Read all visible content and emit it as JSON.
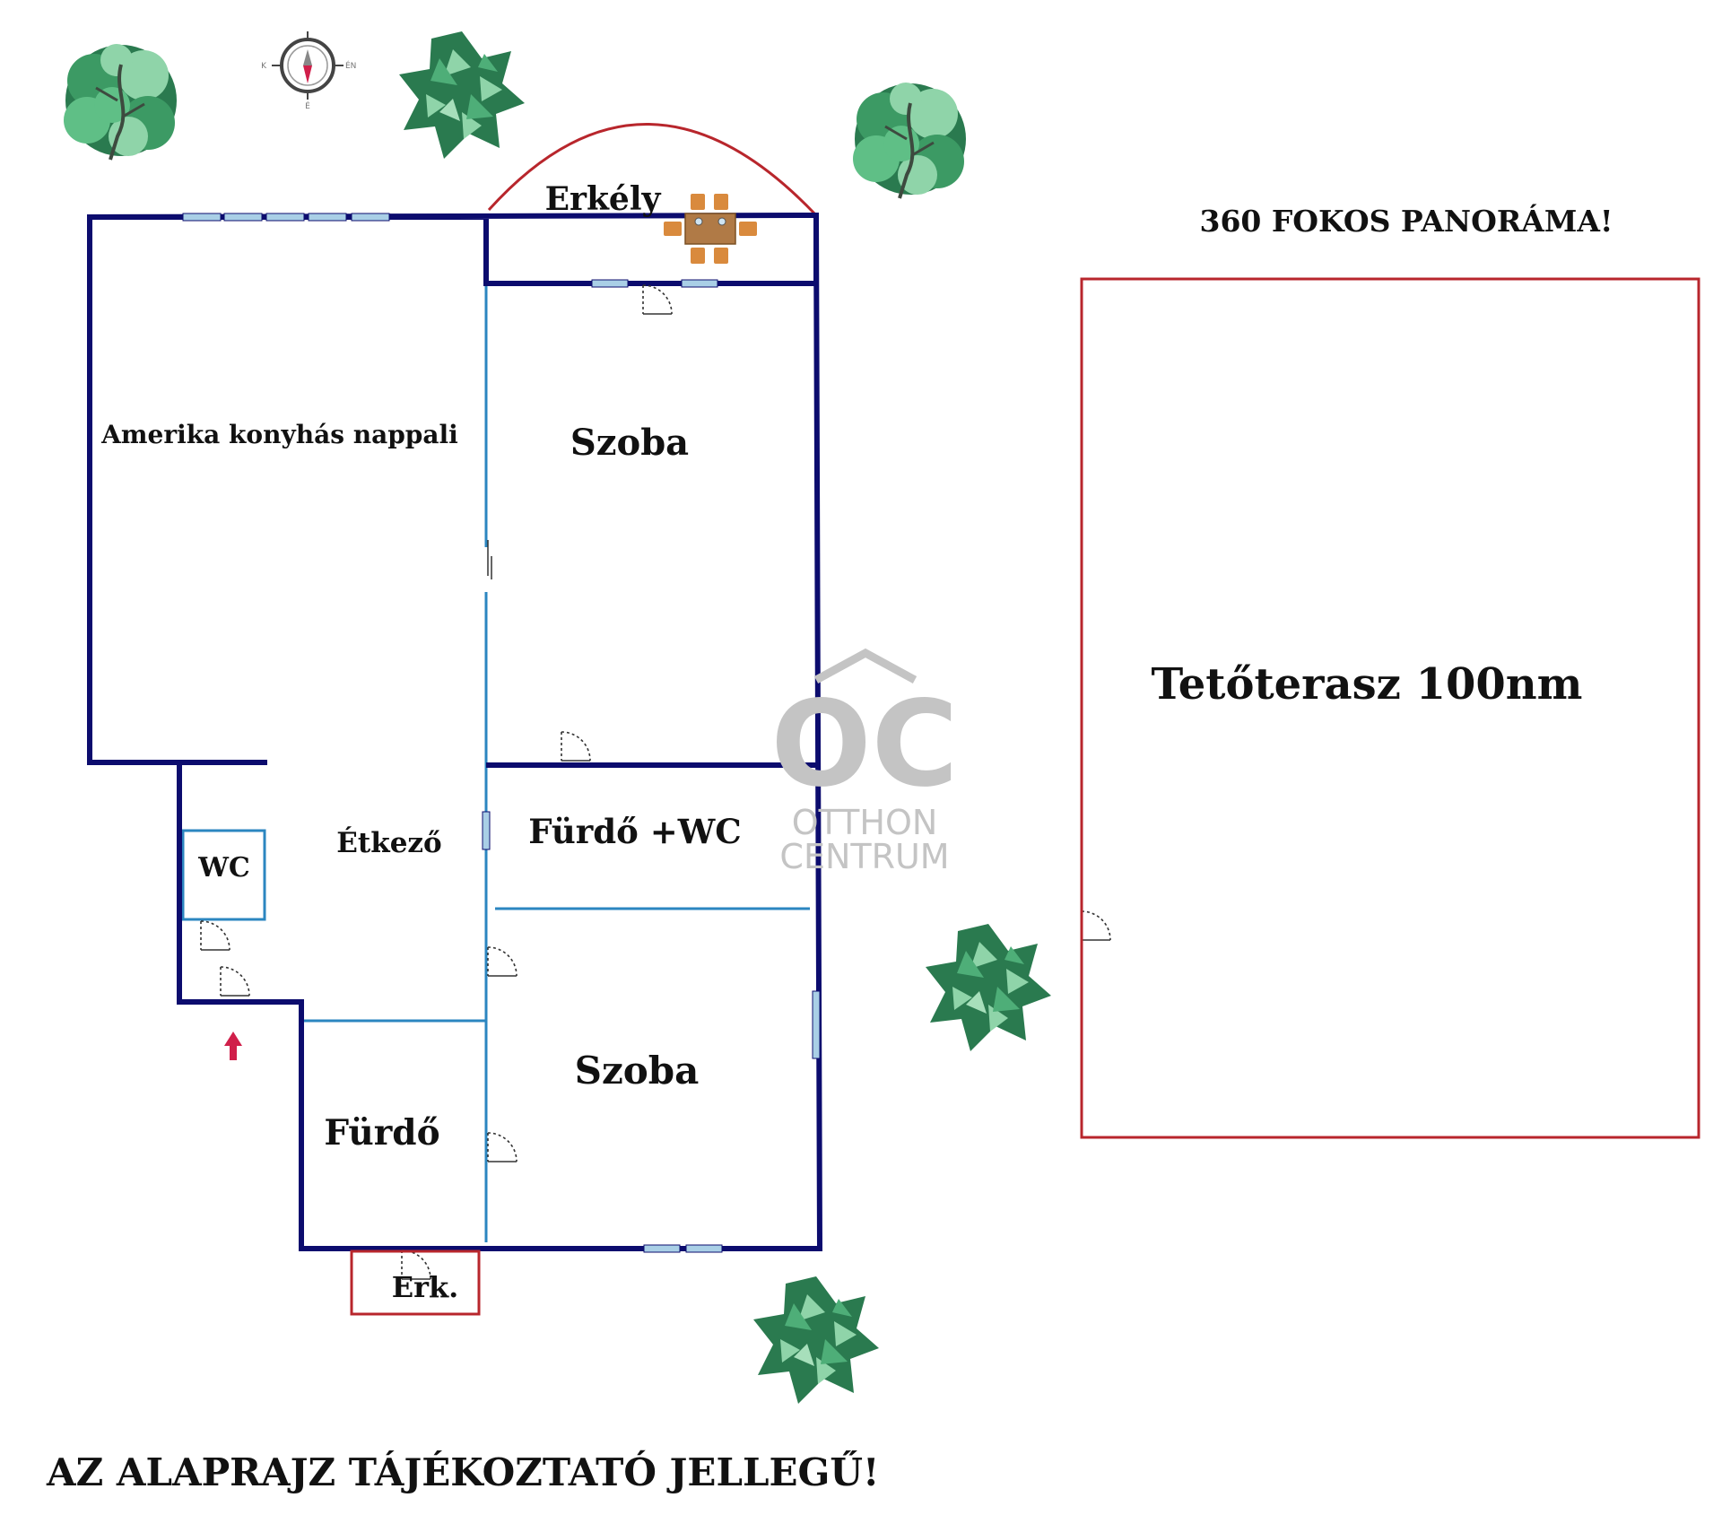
{
  "colors": {
    "outer_wall": "#0c0c6e",
    "inner_wall": "#2b86c0",
    "outline_red": "#b8262c",
    "window": "#a9cfe6",
    "tree_dark": "#2a7a4f",
    "tree_mid": "#3c9a64",
    "tree_light": "#8fd4a9",
    "entry_arrow": "#d01f4a",
    "table": "#b07a46"
  },
  "rooms": {
    "erkely": "Erkély",
    "nappali": "Amerika konyhás nappali",
    "szoba_top": "Szoba",
    "etkezo": "Étkező",
    "wc": "WC",
    "furdo_wc": "Fürdő +WC",
    "szoba_bottom": "Szoba",
    "furdo": "Fürdő",
    "erk_small": "Erk."
  },
  "terrace": {
    "heading": "360 FOKOS PANORÁMA!",
    "label": "Tetőterasz 100nm"
  },
  "compass": {
    "left": "K",
    "right": "ÉN",
    "bottom": "É"
  },
  "watermark": {
    "logo": "OC",
    "line1": "OTTHON",
    "line2": "CENTRUM"
  },
  "footer": "AZ ALAPRAJZ TÁJÉKOZTATÓ JELLEGŰ!",
  "icons": [
    "tree-icon",
    "compass-icon",
    "dining-table-icon",
    "entry-arrow-icon",
    "door-swing-icon"
  ]
}
